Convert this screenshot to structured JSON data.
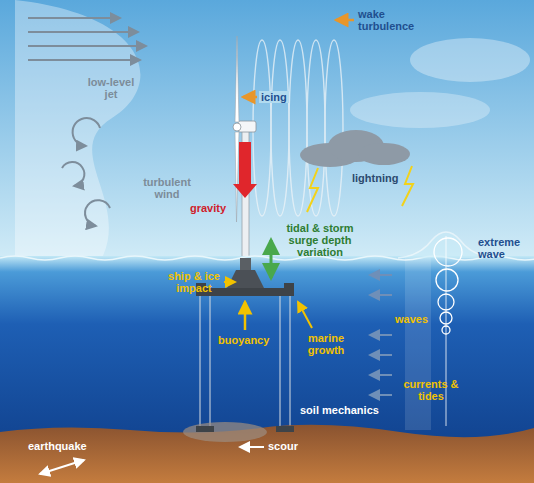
{
  "diagram": {
    "labels": [
      "low-level jet",
      "wake turbulence",
      "icing",
      "lightning",
      "turbulent wind",
      "gravity",
      "tidal & storm surge depth variation",
      "extreme wave",
      "ship & ice impact",
      "buoyancy",
      "marine growth",
      "waves",
      "currents & tides",
      "soil mechanics",
      "earthquake",
      "scour"
    ]
  }
}
